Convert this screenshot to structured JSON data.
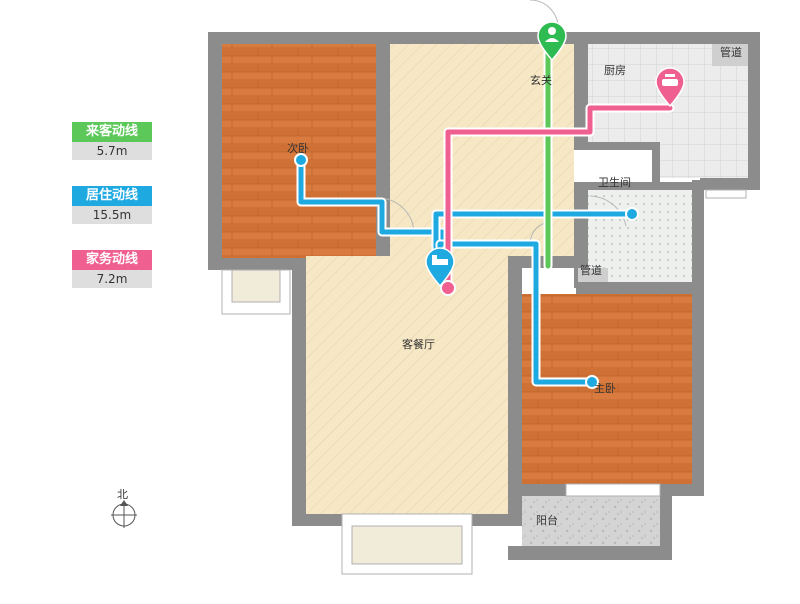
{
  "legend": [
    {
      "label": "来客动线",
      "value": "5.7m",
      "color": "#5cc85a"
    },
    {
      "label": "居住动线",
      "value": "15.5m",
      "color": "#1fa9e1"
    },
    {
      "label": "家务动线",
      "value": "7.2m",
      "color": "#ef5f8f"
    }
  ],
  "rooms": {
    "second_bedroom": "次卧",
    "entrance": "玄关",
    "kitchen": "厨房",
    "pipe_kitchen": "管道",
    "bathroom": "卫生间",
    "pipe_bath": "管道",
    "living_dining": "客餐厅",
    "master_bedroom": "主卧",
    "balcony": "阳台"
  },
  "compass": {
    "label": "北"
  },
  "colors": {
    "wall": "#8c8c8c",
    "wood": "#d77a3c",
    "hall": "#f6e7c5",
    "tile": "#e6e6e6",
    "guest_route": "#5cc85a",
    "living_route": "#1fa9e1",
    "chore_route": "#ef5f8f"
  }
}
